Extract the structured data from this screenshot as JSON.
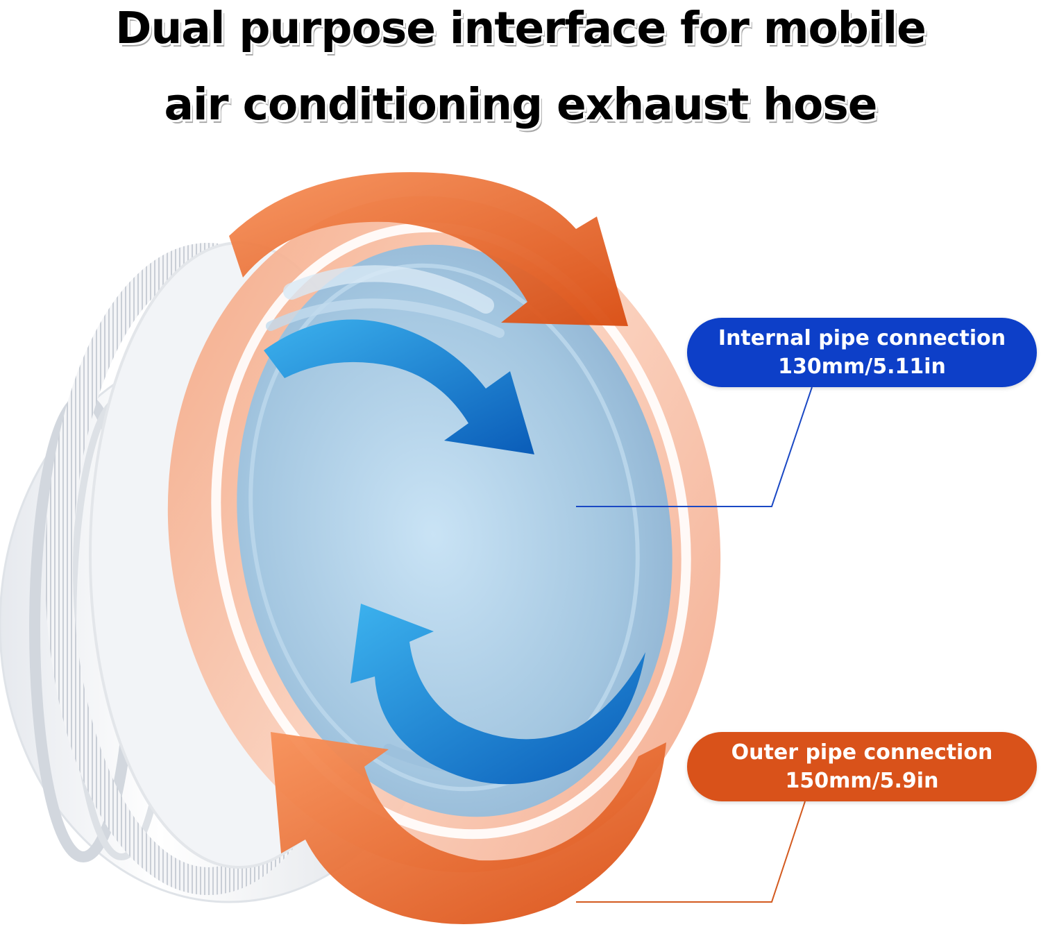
{
  "headline": {
    "line1": "Dual purpose interface for mobile",
    "line2": "air conditioning exhaust hose"
  },
  "callouts": {
    "internal": {
      "title": "Internal pipe connection",
      "size": "130mm/5.11in",
      "color": "#0d3fc8"
    },
    "outer": {
      "title": "Outer pipe connection",
      "size": "150mm/5.9in",
      "color": "#d9521a"
    }
  },
  "colors": {
    "orange_arrow": "#e05a1c",
    "orange_ring": "#f6b79a",
    "blue_arrow": "#1479d4",
    "inner_blue": "#a9cbe4",
    "outer_body": "#eef0f3"
  },
  "icons": [
    "rotate-arrow-orange-icon",
    "airflow-arrow-blue-icon"
  ]
}
